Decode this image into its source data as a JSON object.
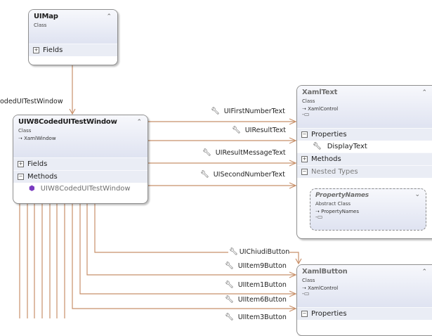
{
  "diagram": {
    "classes": {
      "uimap": {
        "name": "UIMap",
        "kind": "Class",
        "sections": [
          {
            "label": "Fields",
            "expanded": false
          }
        ]
      },
      "window": {
        "name": "UIW8CodedUITestWindow",
        "kind": "Class",
        "base": "XamlWindow",
        "sections": [
          {
            "label": "Fields",
            "expanded": false
          },
          {
            "label": "Methods",
            "expanded": true
          }
        ],
        "methods": [
          "UIW8CodedUITestWindow"
        ]
      },
      "xamltext": {
        "name": "XamlText",
        "kind": "Class",
        "base": "XamlControl",
        "sections": [
          {
            "label": "Properties",
            "expanded": true
          },
          {
            "label": "Methods",
            "expanded": false
          },
          {
            "label": "Nested Types",
            "expanded": true
          }
        ],
        "properties": [
          "DisplayText"
        ],
        "nested": {
          "name": "PropertyNames",
          "kind": "Abstract Class",
          "base": "PropertyNames"
        }
      },
      "xamlbutton": {
        "name": "XamlButton",
        "kind": "Class",
        "base": "XamlControl",
        "sections": [
          {
            "label": "Properties",
            "expanded": true
          }
        ]
      }
    },
    "association_left_label": "odedUITestWindow",
    "text_associations": [
      "UIFirstNumberText",
      "UIResultText",
      "UIResultMessageText",
      "UISecondNumberText"
    ],
    "button_associations": [
      "UIChiudiButton",
      "UIItem9Button",
      "UIItem1Button",
      "UIItem6Button",
      "UIItem3Button"
    ],
    "icons": {
      "collapse": "double-chevron-up-icon",
      "expand": "double-chevron-down-icon",
      "property": "wrench-icon",
      "method": "method-cube-icon",
      "inherits": "inheritance-arrow-icon",
      "interface": "lollipop-interface-icon"
    },
    "colors": {
      "association_line": "#c8906a",
      "header_gradient_top": "#f7f8fc",
      "header_gradient_bottom": "#dfe3f1",
      "section_bg": "#eaedf5",
      "border": "#8f8f8f"
    }
  }
}
